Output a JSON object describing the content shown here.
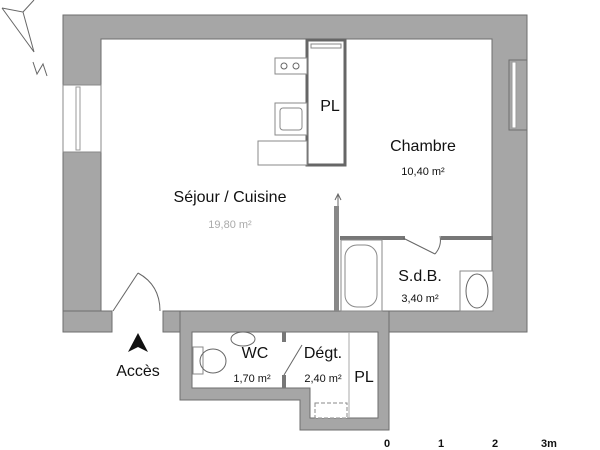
{
  "plan": {
    "rooms": [
      {
        "name": "Séjour / Cuisine",
        "area": "19,80 m²"
      },
      {
        "name": "Chambre",
        "area": "10,40 m²"
      },
      {
        "name": "S.d.B.",
        "area": "3,40 m²"
      },
      {
        "name": "WC",
        "area": "1,70 m²"
      },
      {
        "name": "Dégt.",
        "area": "2,40 m²"
      }
    ],
    "closets": [
      "PL",
      "PL"
    ],
    "entrance": "Accès",
    "compass": "N",
    "scale": [
      "0",
      "1",
      "2",
      "3m"
    ]
  },
  "colors": {
    "wall": "#a6a6a6",
    "line": "#6e6e6e",
    "text": "#111111"
  }
}
